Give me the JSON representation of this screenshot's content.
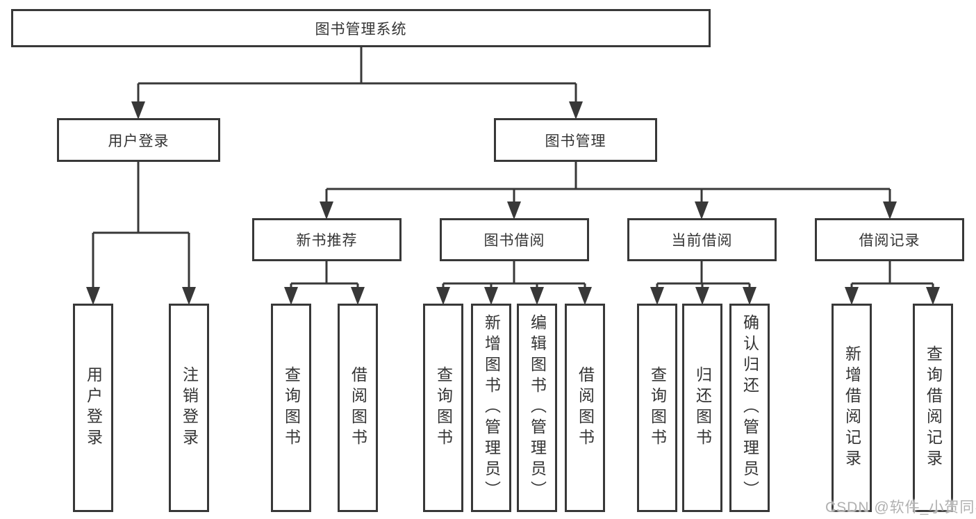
{
  "tree": {
    "label": "图书管理系统",
    "children": [
      {
        "label": "用户登录",
        "children": [
          {
            "label": "用户登录"
          },
          {
            "label": "注销登录"
          }
        ]
      },
      {
        "label": "图书管理",
        "children": [
          {
            "label": "新书推荐",
            "children": [
              {
                "label": "查询图书"
              },
              {
                "label": "借阅图书"
              }
            ]
          },
          {
            "label": "图书借阅",
            "children": [
              {
                "label": "查询图书"
              },
              {
                "label": "新增图书（管理员）"
              },
              {
                "label": "编辑图书（管理员）"
              },
              {
                "label": "借阅图书"
              }
            ]
          },
          {
            "label": "当前借阅",
            "children": [
              {
                "label": "查询图书"
              },
              {
                "label": "归还图书"
              },
              {
                "label": "确认归还（管理员）"
              }
            ]
          },
          {
            "label": "借阅记录",
            "children": [
              {
                "label": "新增借阅记录"
              },
              {
                "label": "查询借阅记录"
              }
            ]
          }
        ]
      }
    ]
  },
  "watermark": "CSDN @软件_小贺同学",
  "colors": {
    "line": "#383838",
    "text": "#343434",
    "watermark": "#b0b0b0",
    "background": "#ffffff"
  }
}
